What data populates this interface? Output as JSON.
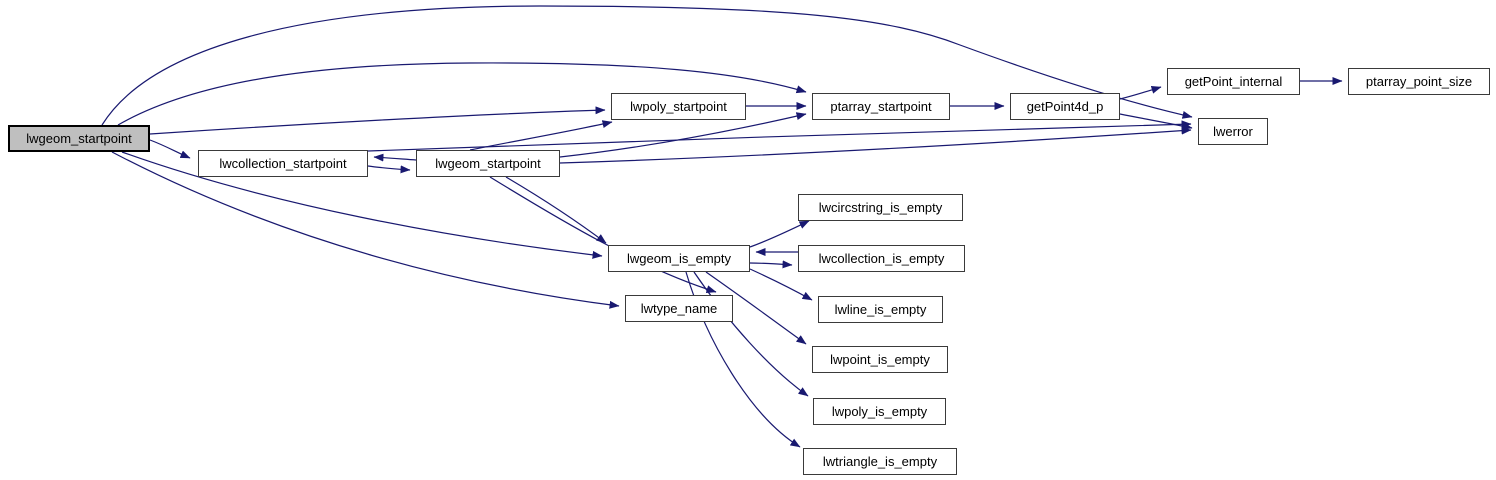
{
  "diagram": {
    "type": "doxygen-call-graph",
    "root_function": "lwgeom_startpoint",
    "colors": {
      "edge": "#191970",
      "node_bg": "#ffffff",
      "node_border": "#3a3a3a",
      "highlight_node_bg": "#bfbfbf",
      "highlight_node_border": "#000000",
      "text": "#000000"
    },
    "nodes": [
      {
        "id": "n1",
        "label": "lwgeom_startpoint",
        "highlighted": true
      },
      {
        "id": "n2",
        "label": "lwcollection_startpoint",
        "highlighted": false
      },
      {
        "id": "n3",
        "label": "lwgeom_startpoint",
        "highlighted": false
      },
      {
        "id": "n4",
        "label": "lwpoly_startpoint",
        "highlighted": false
      },
      {
        "id": "n5",
        "label": "ptarray_startpoint",
        "highlighted": false
      },
      {
        "id": "n6",
        "label": "getPoint4d_p",
        "highlighted": false
      },
      {
        "id": "n7",
        "label": "getPoint_internal",
        "highlighted": false
      },
      {
        "id": "n8",
        "label": "ptarray_point_size",
        "highlighted": false
      },
      {
        "id": "n9",
        "label": "lwerror",
        "highlighted": false
      },
      {
        "id": "n10",
        "label": "lwgeom_is_empty",
        "highlighted": false
      },
      {
        "id": "n11",
        "label": "lwcircstring_is_empty",
        "highlighted": false
      },
      {
        "id": "n12",
        "label": "lwcollection_is_empty",
        "highlighted": false
      },
      {
        "id": "n13",
        "label": "lwline_is_empty",
        "highlighted": false
      },
      {
        "id": "n14",
        "label": "lwtype_name",
        "highlighted": false
      },
      {
        "id": "n15",
        "label": "lwpoint_is_empty",
        "highlighted": false
      },
      {
        "id": "n16",
        "label": "lwpoly_is_empty",
        "highlighted": false
      },
      {
        "id": "n17",
        "label": "lwtriangle_is_empty",
        "highlighted": false
      }
    ],
    "edges": [
      {
        "from": "lwgeom_startpoint(root)",
        "to": "lwcollection_startpoint"
      },
      {
        "from": "lwgeom_startpoint(root)",
        "to": "lwpoly_startpoint"
      },
      {
        "from": "lwgeom_startpoint(root)",
        "to": "ptarray_startpoint"
      },
      {
        "from": "lwgeom_startpoint(root)",
        "to": "lwerror"
      },
      {
        "from": "lwgeom_startpoint(root)",
        "to": "lwgeom_is_empty"
      },
      {
        "from": "lwgeom_startpoint(root)",
        "to": "lwtype_name"
      },
      {
        "from": "lwcollection_startpoint",
        "to": "lwgeom_startpoint"
      },
      {
        "from": "lwcollection_startpoint",
        "to": "lwerror"
      },
      {
        "from": "lwgeom_startpoint",
        "to": "lwcollection_startpoint"
      },
      {
        "from": "lwgeom_startpoint",
        "to": "lwpoly_startpoint"
      },
      {
        "from": "lwgeom_startpoint",
        "to": "ptarray_startpoint"
      },
      {
        "from": "lwgeom_startpoint",
        "to": "lwerror"
      },
      {
        "from": "lwgeom_startpoint",
        "to": "lwgeom_is_empty"
      },
      {
        "from": "lwgeom_startpoint",
        "to": "lwtype_name"
      },
      {
        "from": "lwpoly_startpoint",
        "to": "ptarray_startpoint"
      },
      {
        "from": "ptarray_startpoint",
        "to": "getPoint4d_p"
      },
      {
        "from": "getPoint4d_p",
        "to": "getPoint_internal"
      },
      {
        "from": "getPoint4d_p",
        "to": "lwerror"
      },
      {
        "from": "getPoint_internal",
        "to": "ptarray_point_size"
      },
      {
        "from": "lwgeom_is_empty",
        "to": "lwcircstring_is_empty"
      },
      {
        "from": "lwgeom_is_empty",
        "to": "lwcollection_is_empty"
      },
      {
        "from": "lwcollection_is_empty",
        "to": "lwgeom_is_empty"
      },
      {
        "from": "lwgeom_is_empty",
        "to": "lwline_is_empty"
      },
      {
        "from": "lwgeom_is_empty",
        "to": "lwpoint_is_empty"
      },
      {
        "from": "lwgeom_is_empty",
        "to": "lwpoly_is_empty"
      },
      {
        "from": "lwgeom_is_empty",
        "to": "lwtriangle_is_empty"
      }
    ]
  }
}
